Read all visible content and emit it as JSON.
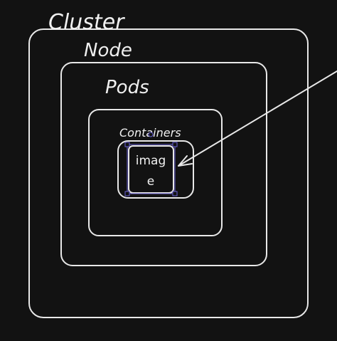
{
  "diagram": {
    "labels": {
      "cluster": "Cluster",
      "node": "Node",
      "pods": "Pods",
      "containers": "Containers",
      "image_line1": "imag",
      "image_line2": "e"
    },
    "colors": {
      "background": "#121212",
      "stroke": "#e8e8e8",
      "selection": "#6b63d6"
    }
  }
}
